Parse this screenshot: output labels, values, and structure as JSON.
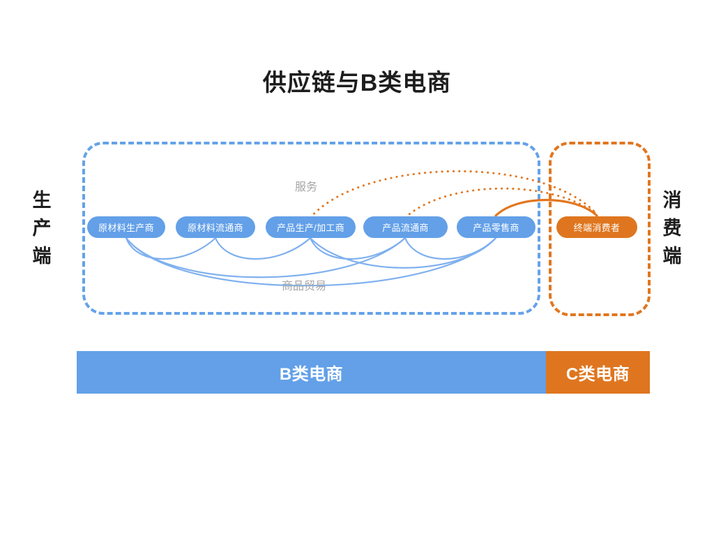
{
  "title": "供应链与B类电商",
  "side_labels": {
    "left": "生产端",
    "right": "消费端"
  },
  "flows": {
    "service": "服务",
    "trade": "商品贸易"
  },
  "chain_nodes": [
    {
      "label": "原材料生产商",
      "role": "blue"
    },
    {
      "label": "原材料流通商",
      "role": "blue"
    },
    {
      "label": "产品生产/加工商",
      "role": "blue"
    },
    {
      "label": "产品流通商",
      "role": "blue"
    },
    {
      "label": "产品零售商",
      "role": "blue"
    },
    {
      "label": "终端消费者",
      "role": "orange"
    }
  ],
  "bottom_bars": [
    {
      "label": "B类电商",
      "role": "blue"
    },
    {
      "label": "C类电商",
      "role": "orange"
    }
  ],
  "colors": {
    "blue": "#63a0e8",
    "orange": "#df761f",
    "caption_gray": "#a6a6a6",
    "text_dark": "#1d1d1d",
    "background": "#ffffff"
  }
}
